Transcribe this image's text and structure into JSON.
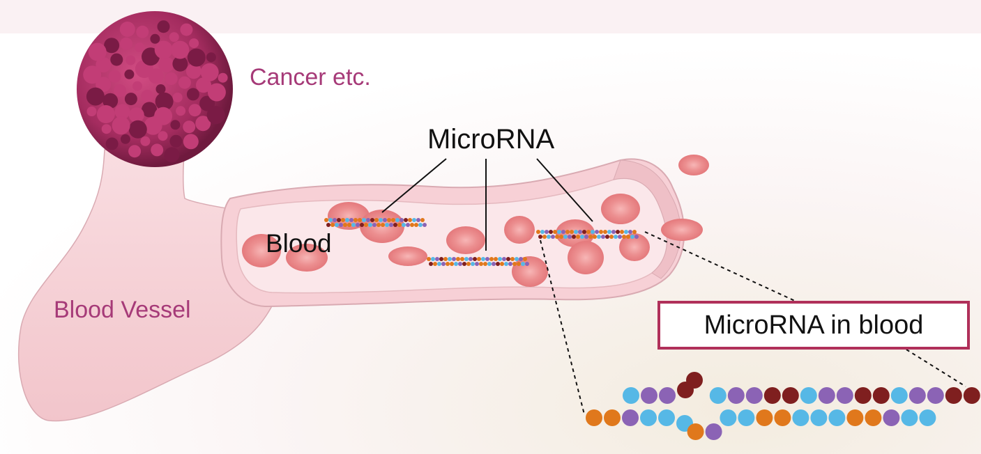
{
  "labels": {
    "cancer": "Cancer etc.",
    "microrna": "MicroRNA",
    "blood": "Blood",
    "blood_vessel": "Blood Vessel",
    "callout": "MicroRNA in blood"
  },
  "colors": {
    "label_magenta": "#a63a78",
    "callout_border": "#b0305a",
    "vessel_pink": "#f6d3d8",
    "blood_cell": "#ee9a9a",
    "cancer_cell": "#b8336a",
    "bead_blue": "#56b8e6",
    "bead_purple": "#8b63b5",
    "bead_maroon": "#7f1f1f",
    "bead_orange": "#e0781c"
  },
  "strand_top": [
    "blue",
    "purple",
    "purple",
    "maroon",
    "maroon",
    "blue",
    "purple",
    "purple",
    "maroon",
    "maroon",
    "blue",
    "purple",
    "purple",
    "maroon",
    "maroon",
    "blue",
    "purple",
    "purple",
    "maroon",
    "maroon",
    "blue"
  ],
  "strand_bottom": [
    "orange",
    "orange",
    "purple",
    "blue",
    "blue",
    "blue",
    "orange",
    "purple",
    "blue",
    "blue",
    "orange",
    "orange",
    "blue",
    "blue",
    "blue",
    "orange",
    "orange",
    "purple",
    "blue",
    "blue",
    "orange"
  ],
  "icons": [
    "cancer-cell-icon",
    "red-blood-cell-icon",
    "microrna-strand-icon"
  ]
}
